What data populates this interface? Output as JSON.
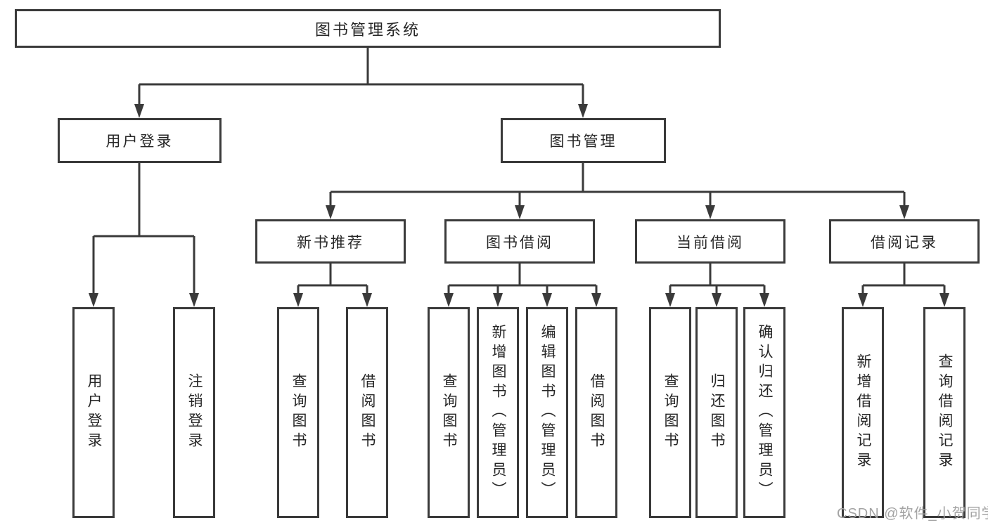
{
  "title": "图书管理系统",
  "colors": {
    "background": "#ffffff",
    "line": "#3a3a3a",
    "box_border": "#3a3a3a",
    "text": "#262626",
    "watermark": "#a3a3a3"
  },
  "diagram": {
    "type": "hierarchy-tree",
    "root": "图书管理系统",
    "branches": [
      {
        "label": "用户登录",
        "children": [
          "用户登录",
          "注销登录"
        ]
      },
      {
        "label": "图书管理",
        "children": [
          {
            "label": "新书推荐",
            "children": [
              "查询图书",
              "借阅图书"
            ]
          },
          {
            "label": "图书借阅",
            "children": [
              "查询图书",
              "新增图书（管理员）",
              "编辑图书（管理员）",
              "借阅图书"
            ]
          },
          {
            "label": "当前借阅",
            "children": [
              "查询图书",
              "归还图书",
              "确认归还（管理员）"
            ]
          },
          {
            "label": "借阅记录",
            "children": [
              "新增借阅记录",
              "查询借阅记录"
            ]
          }
        ]
      }
    ]
  },
  "watermark": "CSDN @软件_小贺同学"
}
